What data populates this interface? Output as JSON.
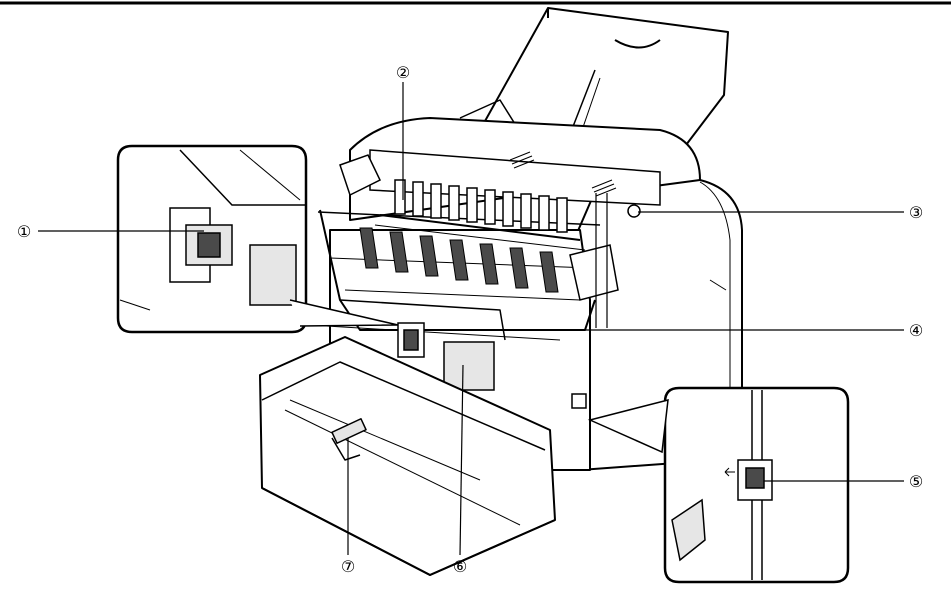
{
  "callouts": [
    {
      "id": 1,
      "label": "①"
    },
    {
      "id": 2,
      "label": "②"
    },
    {
      "id": 3,
      "label": "③"
    },
    {
      "id": 4,
      "label": "④"
    },
    {
      "id": 5,
      "label": "⑤"
    },
    {
      "id": 6,
      "label": "⑥"
    },
    {
      "id": 7,
      "label": "⑦"
    }
  ],
  "colors": {
    "line": "#000000",
    "fill_light": "#ffffff",
    "fill_shade": "#e6e6e6",
    "fill_dark": "#4a4a4a"
  }
}
